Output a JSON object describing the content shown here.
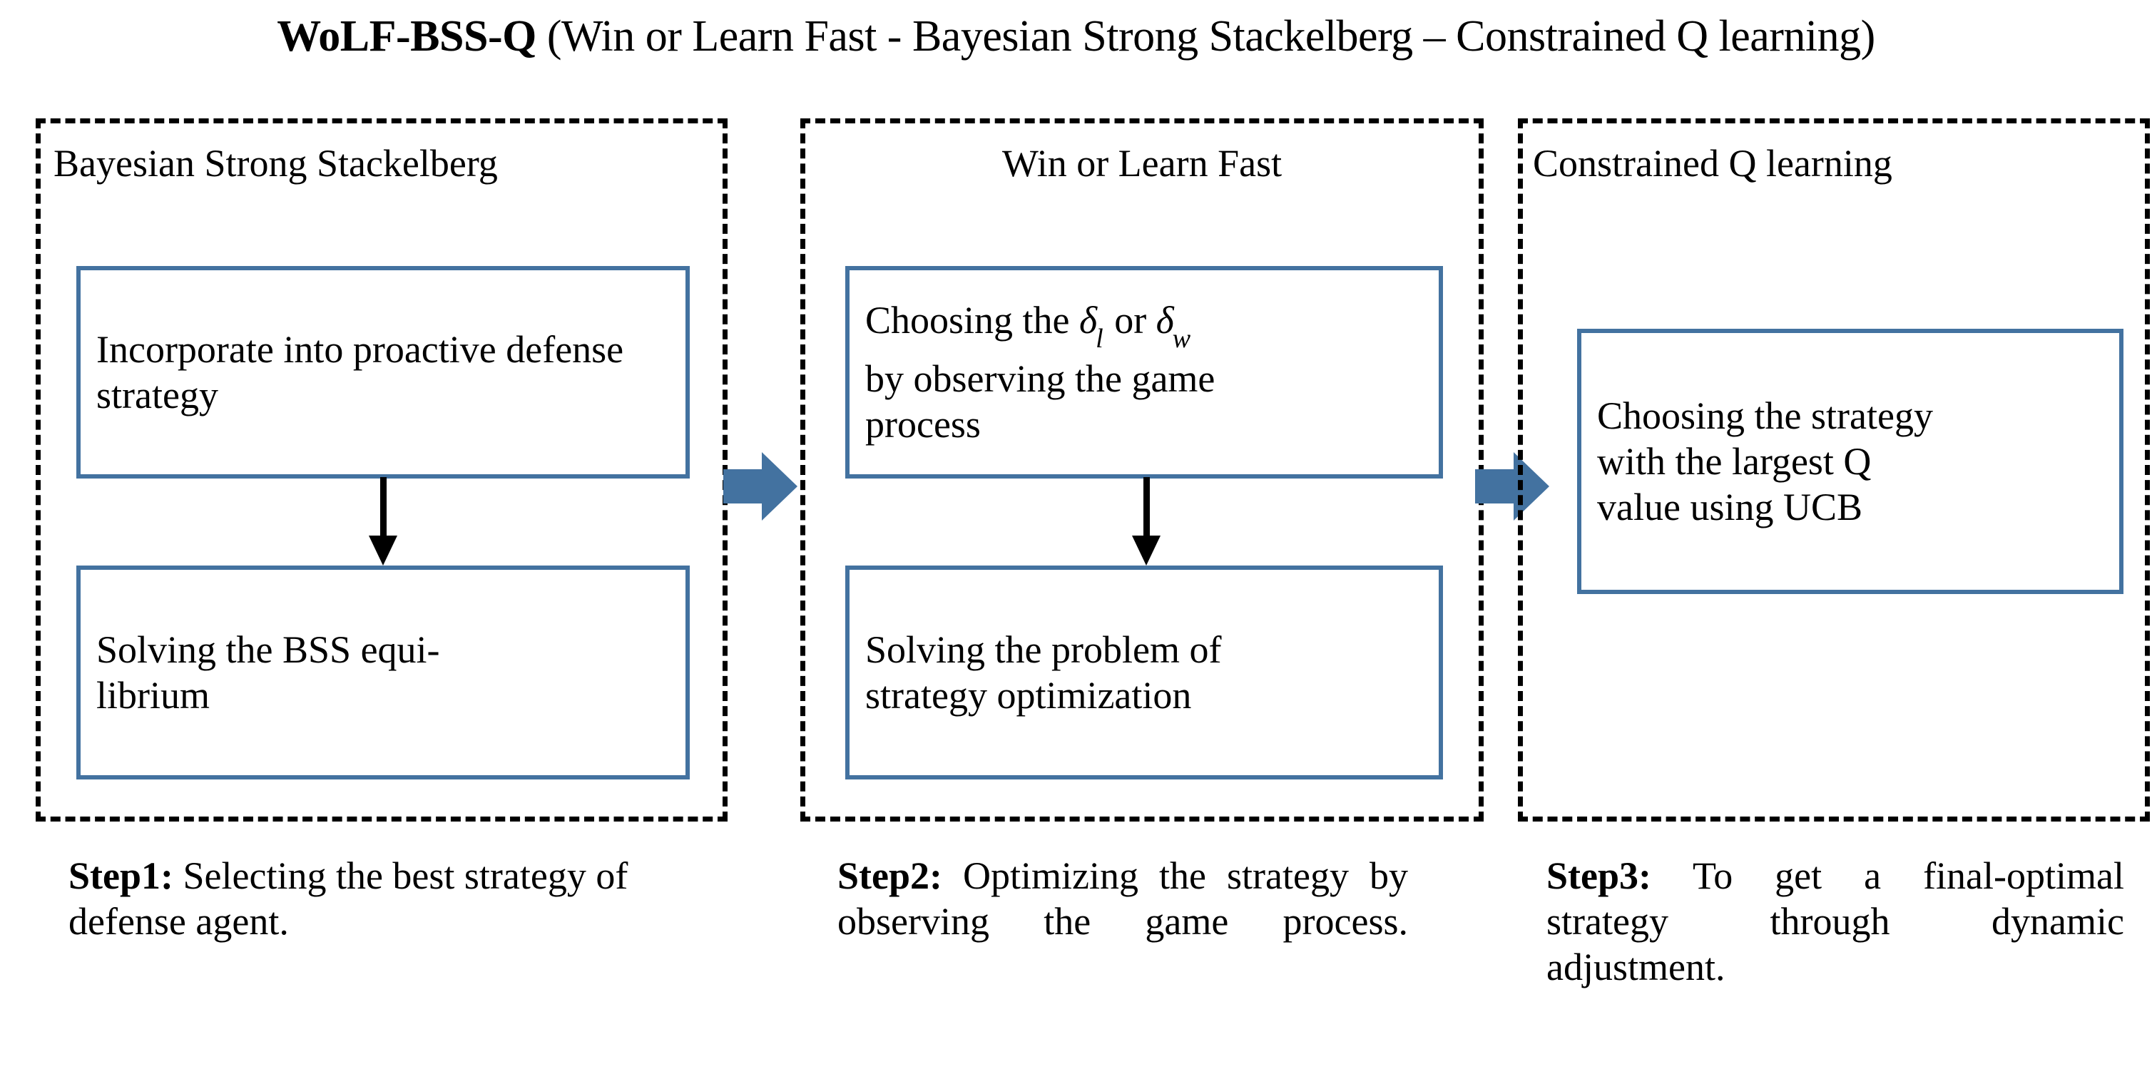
{
  "title": {
    "strong": "WoLF-BSS-Q",
    "rest": " (Win or Learn Fast - Bayesian Strong Stackelberg – Constrained Q learning)"
  },
  "colors": {
    "box_border": "#4372A0",
    "arrow_blue": "#4372A0",
    "panel_border": "#000000",
    "text": "#000000",
    "background": "#FFFFFF"
  },
  "panels": [
    {
      "id": "panel-1",
      "title": "Bayesian Strong Stackelberg",
      "boxes": [
        {
          "id": "p1-box-a",
          "text": "Incorporate into proactive defense strategy"
        },
        {
          "id": "p1-box-b",
          "line1": "Solving the BSS equi-",
          "line2": "librium"
        }
      ],
      "caption": {
        "label": "Step1:",
        "text": " Selecting the best strategy of defense agent."
      }
    },
    {
      "id": "panel-2",
      "title": "Win or Learn Fast",
      "boxes": [
        {
          "id": "p2-box-a",
          "line1_pre": "Choosing the ",
          "delta_1": "δ",
          "delta_1_sub": "l",
          "line1_mid": " or ",
          "delta_2": "δ",
          "delta_2_sub": "w",
          "line2": "by observing the game",
          "line3": "process"
        },
        {
          "id": "p2-box-b",
          "line1": "Solving the problem of",
          "line2": "strategy optimization"
        }
      ],
      "caption": {
        "label": "Step2:",
        "text": " Optimizing the strategy by observing the game process."
      }
    },
    {
      "id": "panel-3",
      "title": "Constrained Q learning",
      "boxes": [
        {
          "id": "p3-box-a",
          "line1": "Choosing the strategy",
          "line2": "with the largest Q",
          "line3": "value using UCB"
        }
      ],
      "caption": {
        "label": "Step3:",
        "text": " To get a final-optimal strategy through dynamic adjustment."
      }
    }
  ],
  "arrows": {
    "panel1_internal": "down-arrow-icon",
    "panel2_internal": "down-arrow-icon",
    "panel1_to_panel2": "right-arrow-icon",
    "panel2_to_panel3": "right-arrow-icon"
  }
}
